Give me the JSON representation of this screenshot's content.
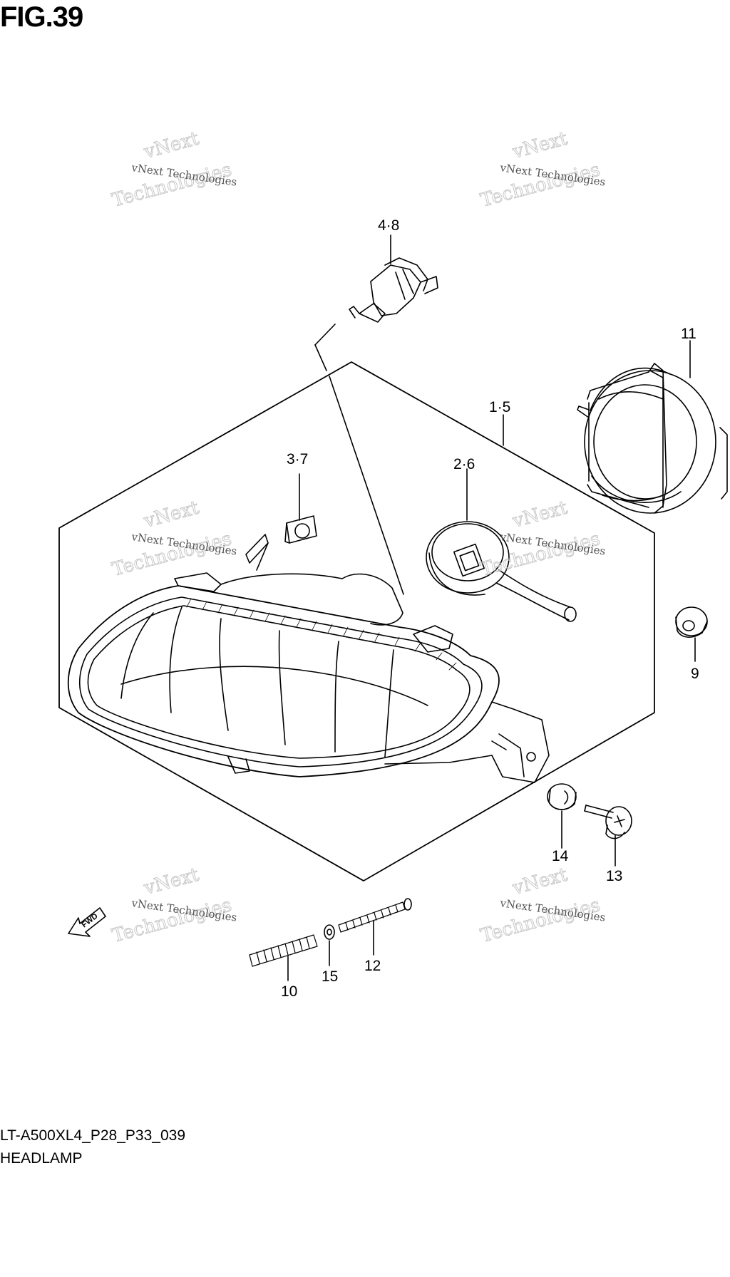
{
  "figure": {
    "title": "FIG.39",
    "code": "LT-A500XL4_P28_P33_039",
    "name": "HEADLAMP"
  },
  "callouts": [
    "4·8",
    "11",
    "1·5",
    "3·7",
    "2·6",
    "9",
    "14",
    "13",
    "10",
    "15",
    "12"
  ],
  "arrow_label": "FWD",
  "watermark": {
    "line1": "vNext Technologies",
    "line2": "vNext",
    "line3": "Technologies"
  }
}
